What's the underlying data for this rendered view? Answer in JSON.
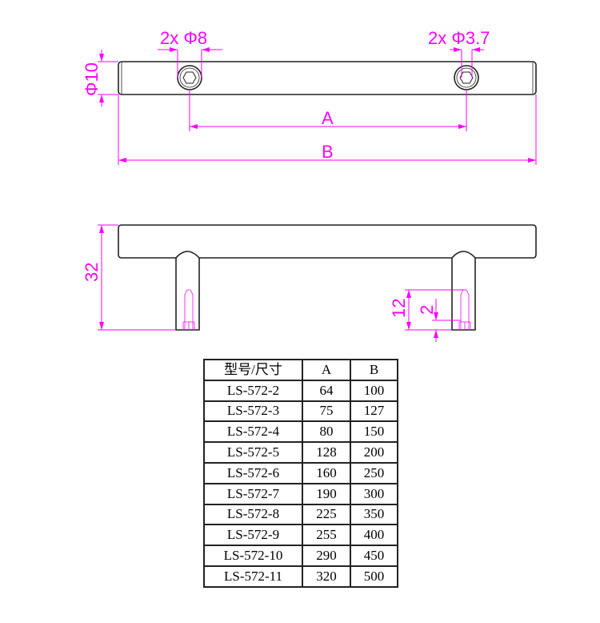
{
  "drawing": {
    "color_dimension": "#ff00ff",
    "color_outline": "#222222",
    "top_view": {
      "hole_left_label": "2x Φ8",
      "hole_right_label": "2x Φ3.7",
      "diameter_label": "Φ10",
      "dim_a_label": "A",
      "dim_b_label": "B"
    },
    "side_view": {
      "height_label": "32",
      "thread_label": "12",
      "offset_label": "2"
    }
  },
  "table": {
    "headers": [
      "型号/尺寸",
      "A",
      "B"
    ],
    "rows": [
      [
        "LS-572-2",
        "64",
        "100"
      ],
      [
        "LS-572-3",
        "75",
        "127"
      ],
      [
        "LS-572-4",
        "80",
        "150"
      ],
      [
        "LS-572-5",
        "128",
        "200"
      ],
      [
        "LS-572-6",
        "160",
        "250"
      ],
      [
        "LS-572-7",
        "190",
        "300"
      ],
      [
        "LS-572-8",
        "225",
        "350"
      ],
      [
        "LS-572-9",
        "255",
        "400"
      ],
      [
        "LS-572-10",
        "290",
        "450"
      ],
      [
        "LS-572-11",
        "320",
        "500"
      ]
    ]
  }
}
